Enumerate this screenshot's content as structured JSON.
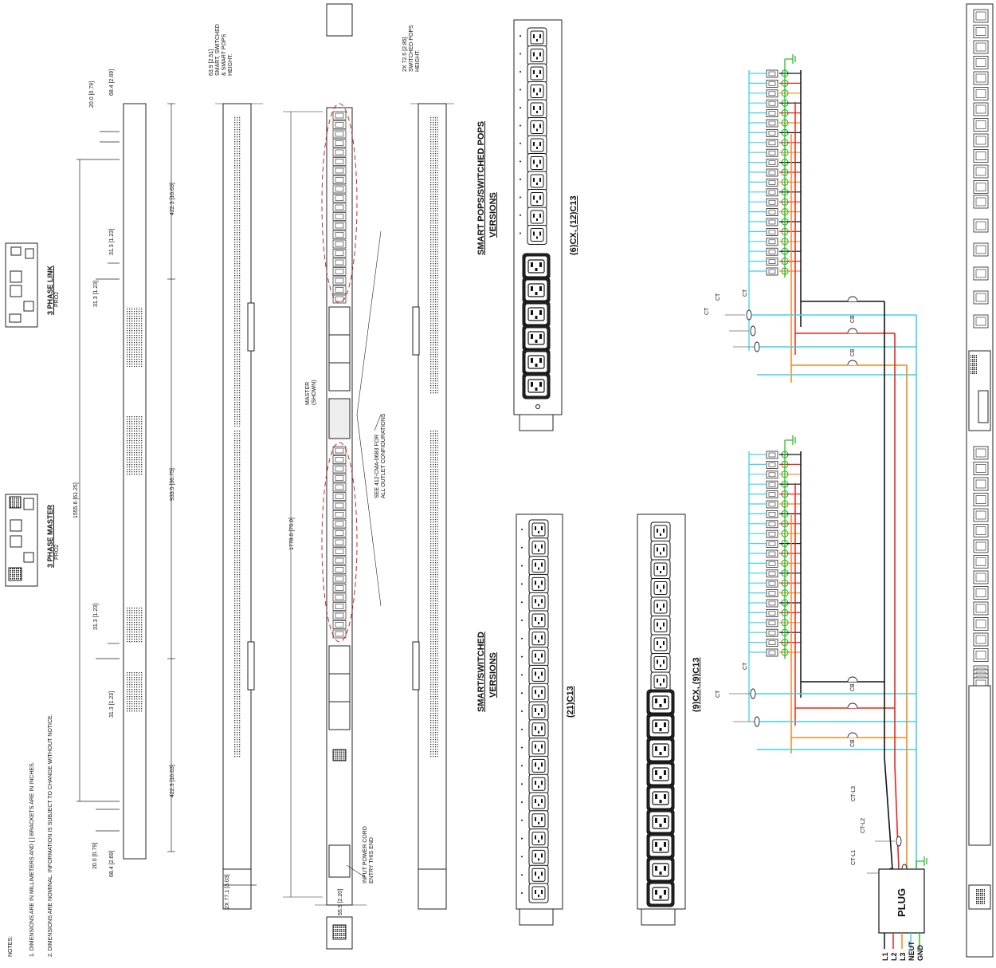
{
  "notes": {
    "header": "NOTES:",
    "items": [
      "1.   DIMENSIONS ARE IN MILLIMETERS AND [ ] BRACKETS ARE IN INCHES.",
      "2.   DIMENSIONS ARE NOMINAL.  INFORMATION IS SUBJECT TO CHANGE WITHOUT NOTICE."
    ]
  },
  "link_panel": {
    "title": "3 PHASE LINK",
    "subtitle": "PRO2"
  },
  "master_panel": {
    "title": "3 PHASE MASTER",
    "subtitle": "PRO2"
  },
  "dimensions": {
    "d_20_top": "20.0 [0.79]",
    "d_68_top": "68.4 [2.69]",
    "d_31_a": "31.3 [1.23]",
    "d_31_b": "31.3 [1.23]",
    "d_31_c": "31.3 [1.23]",
    "d_31_d": "31.3 [1.23]",
    "d_1555": "1555.6 [61.25]",
    "d_422_top": "422.3 [16.63]",
    "d_933": "933.5 [36.75]",
    "d_422_bot": "422.3 [16.63]",
    "d_20_bot": "20.0 [0.79]",
    "d_68_bot": "68.4 [2.69]",
    "d_1778": "1778.0 [70.0]",
    "d_77": "2X 77.1 [3.03]",
    "d_55": "55.9 [2.20]"
  },
  "callouts": {
    "height_smart_1": "63.9 [2.51]",
    "height_smart_2": "SMART, SWITCHED",
    "height_smart_3": "& SMART POPS",
    "height_smart_4": "HEIGHT.",
    "height_pops_1": "2X 72.5 [2.85]",
    "height_pops_2": "SWITCHED POPS",
    "height_pops_3": "HEIGHT.",
    "master_1": "MASTER",
    "master_2": "(SHOWN)",
    "see_1": "SEE 412-CMA-0683 FOR",
    "see_2": "ALL OUTLET CONFIGURATIONS",
    "input_1": "INPUT POWER CORD",
    "input_2": "ENTRY THIS END"
  },
  "versions": {
    "pops_title_1": "SMART POPS/SWITCHED POPS",
    "pops_title_2": "VERSIONS",
    "pops_config": "(6)CX, (12)C13",
    "switched_title_1": "SMART/SWITCHED",
    "switched_title_2": "VERSIONS",
    "switched_config": "(21)C13",
    "mixed_config": "(9)CX, (9)C13"
  },
  "schematic": {
    "plug": "PLUG",
    "cb": "CB",
    "ct": "CT",
    "ct_l1": "CT-L1",
    "ct_l2": "CT-L2",
    "ct_l3": "CT-L3",
    "lines": [
      "L1",
      "L2",
      "L3",
      "NEUT",
      "GND"
    ]
  },
  "colors": {
    "l1": "#111111",
    "l2": "#e8261c",
    "l3": "#f08a1c",
    "neutral": "#3fd3e6",
    "ground": "#2dbd2d",
    "outlet_outline": "#b9241c",
    "hatch": "#333333"
  },
  "icons": [
    "c13-outlet-icon",
    "cx-outlet-icon",
    "circuit-breaker-icon",
    "current-transformer-icon",
    "ground-symbol-icon",
    "plug-icon"
  ]
}
